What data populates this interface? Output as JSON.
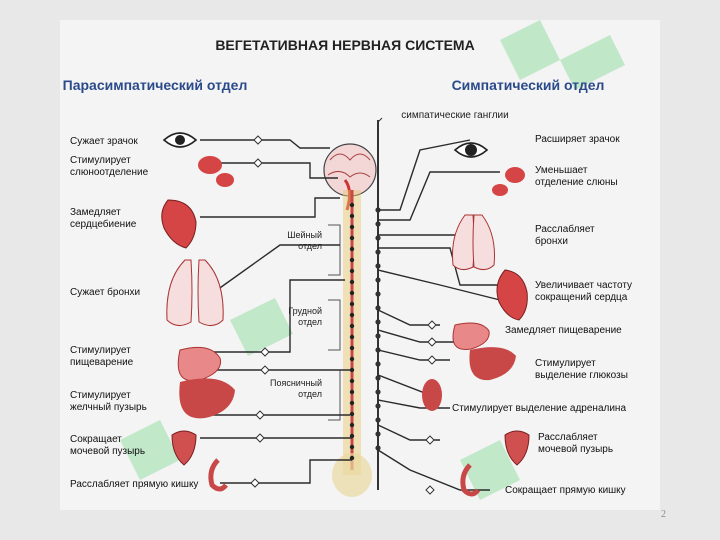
{
  "title": "ВЕГЕТАТИВНАЯ НЕРВНАЯ СИСТЕМА",
  "parasympathetic": {
    "heading": "Парасимпатический отдел",
    "effects": [
      [
        "Сужает зрачок"
      ],
      [
        "Стимулирует",
        "слюноотделение"
      ],
      [
        "Замедляет",
        "сердцебиение"
      ],
      [
        "Сужает бронхи"
      ],
      [
        "Стимулирует",
        "пищеварение"
      ],
      [
        "Стимулирует",
        "желчный пузырь"
      ],
      [
        "Сокращает",
        "мочевой пузырь"
      ],
      [
        "Расслабляет прямую кишку"
      ]
    ]
  },
  "sympathetic": {
    "heading": "Симпатический отдел",
    "ganglia_label": "симпатические ганглии",
    "effects": [
      [
        "Расширяет зрачок"
      ],
      [
        "Уменьшает",
        "отделение слюны"
      ],
      [
        "Расслабляет",
        "бронхи"
      ],
      [
        "Увеличивает частоту",
        "сокращений сердца"
      ],
      [
        "Замедляет пищеварение"
      ],
      [
        "Стимулирует",
        "выделение глюкозы"
      ],
      [
        "Стимулирует выделение адреналина"
      ],
      [
        "Расслабляет",
        "мочевой пузырь"
      ],
      [
        "Сокращает прямую кишку"
      ]
    ]
  },
  "spine_regions": [
    [
      "Шейный",
      "отдел"
    ],
    [
      "Грудной",
      "отдел"
    ],
    [
      "Поясничный",
      "отдел"
    ]
  ],
  "page_number": "2",
  "colors": {
    "background": "#e8e8e8",
    "diagram_bg": "#f4f4f4",
    "nerve_line": "#2b2b2b",
    "organ_red": "#d64545",
    "heading_blue": "#2a4a8a",
    "watermark_green": "#3cc85a"
  }
}
